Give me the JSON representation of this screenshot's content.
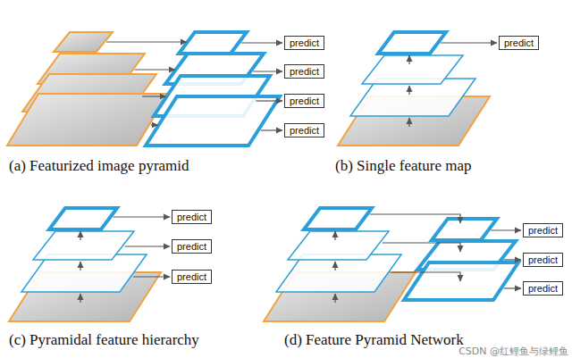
{
  "diagram": {
    "nodes": [
      {
        "text": [
          "predict"
        ]
      },
      {
        "text": [
          "predict"
        ]
      },
      {
        "text": [
          "predict"
        ]
      },
      {
        "text": [
          "predict"
        ]
      },
      {
        "text": [
          "predict"
        ]
      },
      {
        "text": [
          "predict"
        ]
      },
      {
        "text": [
          "predict"
        ]
      },
      {
        "text": [
          "predict"
        ]
      },
      {
        "text": [
          "predict"
        ]
      },
      {
        "text": [
          "predict"
        ]
      },
      {
        "text": [
          "predict"
        ]
      }
    ],
    "labels": [
      "(a) Featurized image pyramid",
      "(b) Single feature map",
      "(c) Pyramidal feature hierarchy",
      "(d) Feature Pyramid Network",
      "CSDN @红鲤鱼与绿鲤鱼"
    ]
  }
}
